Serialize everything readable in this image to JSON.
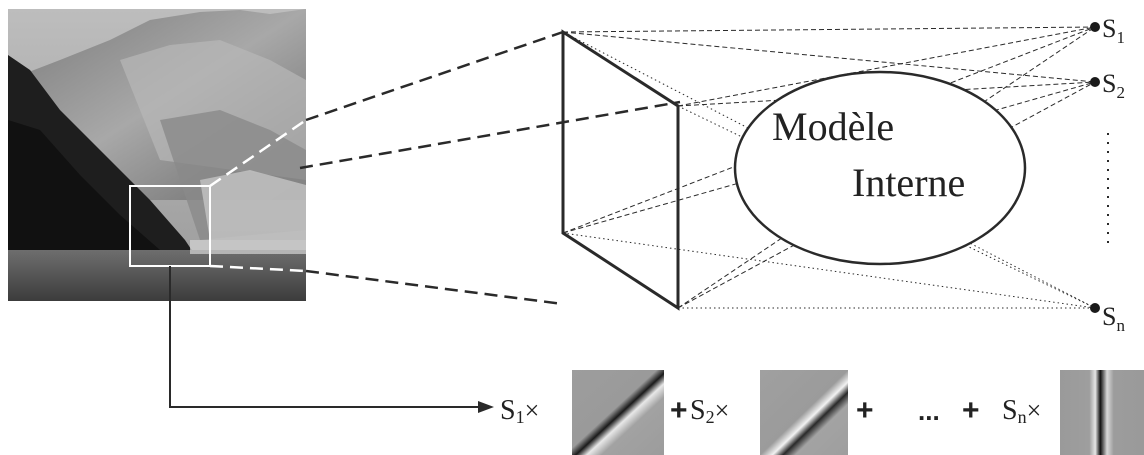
{
  "ellipse_label": {
    "line1": "Modèle",
    "line2": "Interne"
  },
  "sources": [
    {
      "base": "S",
      "sub": "1"
    },
    {
      "base": "S",
      "sub": "2"
    },
    {
      "base": "S",
      "sub": "n"
    }
  ],
  "vertical_ellipsis": "⋮",
  "equation": {
    "terms": [
      {
        "base": "S",
        "sub": "1",
        "times": "×"
      },
      {
        "base": "S",
        "sub": "2",
        "times": "×"
      },
      {
        "base": "S",
        "sub": "n",
        "times": "×"
      }
    ],
    "plus": "+",
    "ellipsis": "..."
  },
  "colors": {
    "line": "#2a2a2a",
    "background": "#ffffff"
  }
}
